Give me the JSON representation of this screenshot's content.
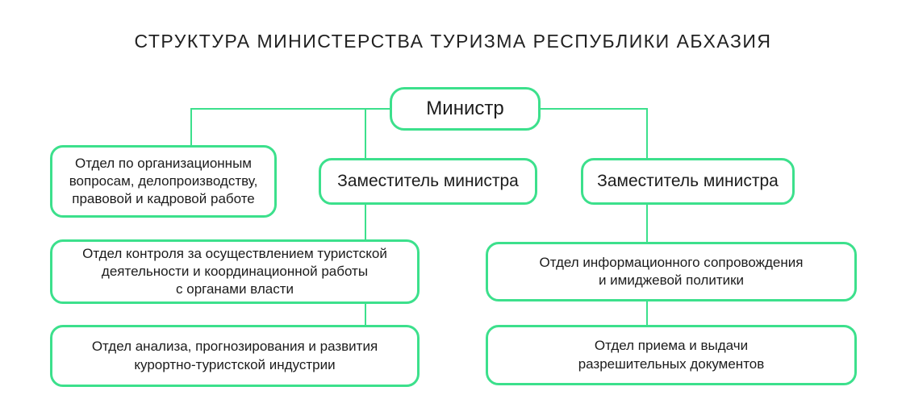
{
  "title": "СТРУКТУРА МИНИСТЕРСТВА ТУРИЗМА РЕСПУБЛИКИ АБХАЗИЯ",
  "colors": {
    "accent": "#3ce08c",
    "text": "#1c1c1c",
    "background": "#ffffff"
  },
  "diagram": {
    "type": "org-chart",
    "nodes": {
      "minister": {
        "label": "Министр"
      },
      "dept_org": {
        "label": "Отдел по организационным\nвопросам, делопроизводству,\nправовой и кадровой работе"
      },
      "deputy_1": {
        "label": "Заместитель министра"
      },
      "deputy_2": {
        "label": "Заместитель министра"
      },
      "dept_control": {
        "label": "Отдел контроля за осуществлением туристской\nдеятельности и координационной работы\nс органами власти"
      },
      "dept_info": {
        "label": "Отдел информационного сопровождения\nи имиджевой политики"
      },
      "dept_analysis": {
        "label": "Отдел анализа, прогнозирования и развития\nкурортно-туристской индустрии"
      },
      "dept_permits": {
        "label": "Отдел приема и выдачи\nразрешительных документов"
      }
    },
    "edges": [
      {
        "from": "minister",
        "to": "dept_org"
      },
      {
        "from": "minister",
        "to": "deputy_1"
      },
      {
        "from": "minister",
        "to": "deputy_2"
      },
      {
        "from": "deputy_1",
        "to": "dept_control"
      },
      {
        "from": "dept_control",
        "to": "dept_analysis"
      },
      {
        "from": "deputy_2",
        "to": "dept_info"
      },
      {
        "from": "dept_info",
        "to": "dept_permits"
      }
    ]
  }
}
